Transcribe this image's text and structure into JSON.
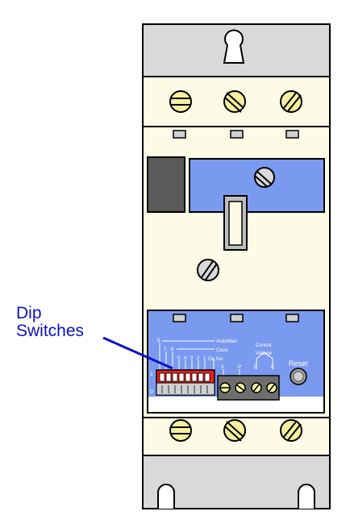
{
  "callout": {
    "line1": "Dip",
    "line2": "Switches"
  },
  "panel": {
    "auto_man": "Auto/Man",
    "class": "Class",
    "ol_set": "OL Set",
    "control_voltage_1": "Control",
    "control_voltage_2": "Voltage",
    "reset": "Reset",
    "num_8": "8",
    "num_7": "7",
    "num_6": "6",
    "num_5": "5",
    "num_4": "4",
    "num_3": "3",
    "num_2": "2",
    "num_1": "1",
    "row_on": "1",
    "row_off": "0",
    "term_3": "3",
    "term_p": "P",
    "term_e": "E",
    "term_c": "C"
  },
  "colors": {
    "body": "#fdfbe6",
    "housing": "#d9d9d9",
    "panel_blue": "#7a9af0",
    "dip_red": "#ee1c1c",
    "screw_yellow": "#f4f0a0",
    "callout_blue": "#1010c8"
  }
}
